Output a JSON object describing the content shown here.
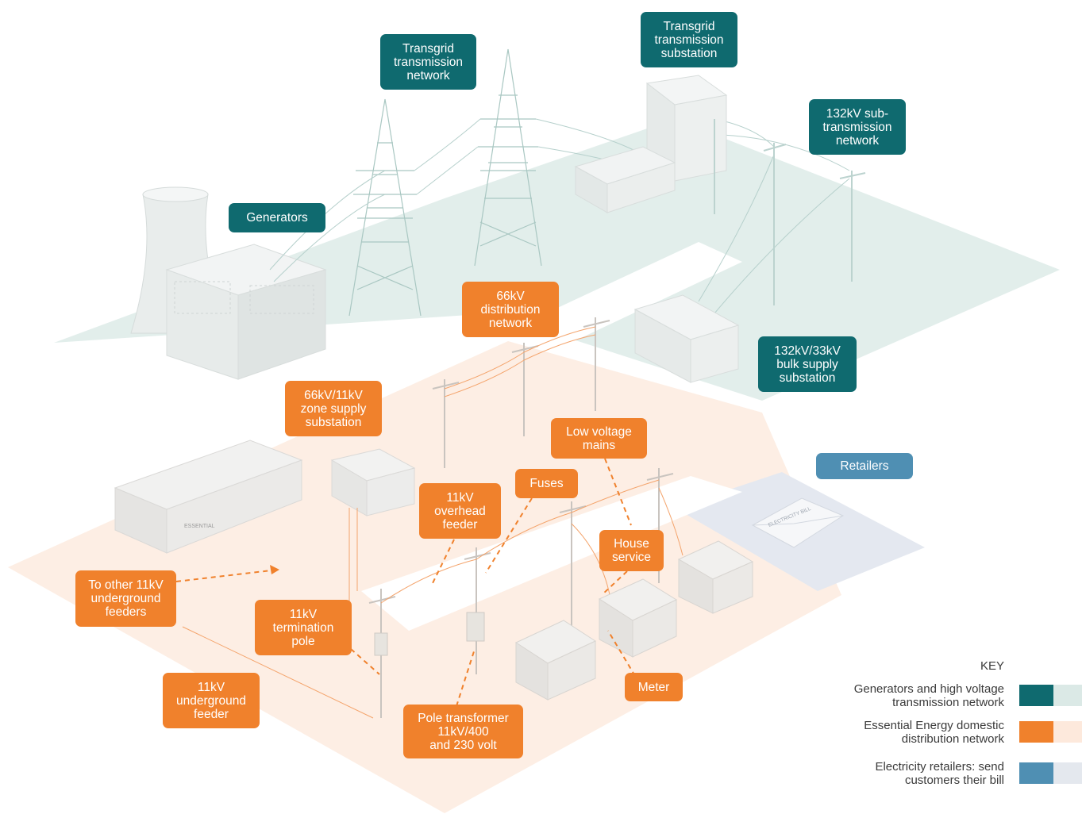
{
  "labels": {
    "transgrid_network": "Transgrid\ntransmission\nnetwork",
    "transgrid_substation": "Transgrid\ntransmission\nsubstation",
    "subtransmission_132kv": "132kV sub-\ntransmission\nnetwork",
    "generators": "Generators",
    "distribution_66kv": "66kV\ndistribution\nnetwork",
    "bulk_supply": "132kV/33kV\nbulk supply\nsubstation",
    "zone_supply": "66kV/11kV\nzone supply\nsubstation",
    "low_voltage_mains": "Low voltage\nmains",
    "retailers": "Retailers",
    "fuses": "Fuses",
    "overhead_feeder": "11kV\noverhead\nfeeder",
    "house_service": "House\nservice",
    "other_feeders": "To other 11kV\nunderground\nfeeders",
    "termination_pole": "11kV\ntermination\npole",
    "meter": "Meter",
    "underground_feeder": "11kV\nunderground\nfeeder",
    "pole_transformer": "Pole transformer\n11kV/400\nand 230 volt"
  },
  "decor": {
    "bill_text": "ELECTRICITY BILL",
    "building_sign": "ESSENTIAL"
  },
  "key": {
    "title": "KEY",
    "items": [
      {
        "text": "Generators and high voltage\ntransmission network",
        "color": "#0f6a6f",
        "light": "#dbe9e6"
      },
      {
        "text": "Essential Energy domestic\ndistribution network",
        "color": "#f0812c",
        "light": "#fde9dc"
      },
      {
        "text": "Electricity retailers: send\ncustomers their bill",
        "color": "#4f8fb3",
        "light": "#e4e8ee"
      }
    ]
  },
  "colors": {
    "teal": "#0f6a6f",
    "orange": "#f0812c",
    "blue": "#4f8fb3"
  }
}
